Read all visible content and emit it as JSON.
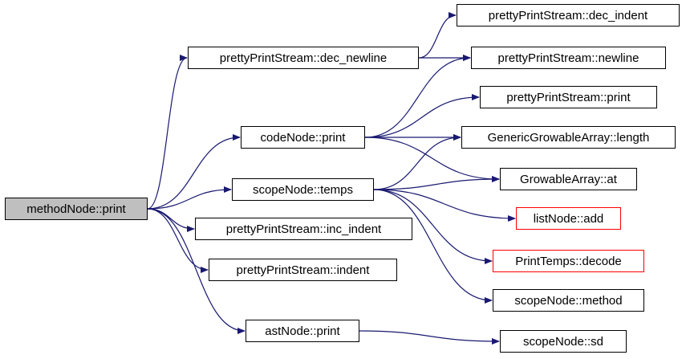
{
  "graph": {
    "edge_color": "#191970",
    "root_fill": "#bfbfbf",
    "nodes": [
      {
        "id": "methodNode_print",
        "label": "methodNode::print",
        "style": "root"
      },
      {
        "id": "pps_dec_newline",
        "label": "prettyPrintStream::dec_newline",
        "style": "normal"
      },
      {
        "id": "codeNode_print",
        "label": "codeNode::print",
        "style": "normal"
      },
      {
        "id": "scopeNode_temps",
        "label": "scopeNode::temps",
        "style": "normal"
      },
      {
        "id": "pps_inc_indent",
        "label": "prettyPrintStream::inc_indent",
        "style": "normal"
      },
      {
        "id": "pps_indent",
        "label": "prettyPrintStream::indent",
        "style": "normal"
      },
      {
        "id": "astNode_print",
        "label": "astNode::print",
        "style": "normal"
      },
      {
        "id": "pps_dec_indent",
        "label": "prettyPrintStream::dec_indent",
        "style": "normal"
      },
      {
        "id": "pps_newline",
        "label": "prettyPrintStream::newline",
        "style": "normal"
      },
      {
        "id": "pps_print",
        "label": "prettyPrintStream::print",
        "style": "normal"
      },
      {
        "id": "gga_length",
        "label": "GenericGrowableArray::length",
        "style": "normal"
      },
      {
        "id": "ga_at",
        "label": "GrowableArray::at",
        "style": "normal"
      },
      {
        "id": "listNode_add",
        "label": "listNode::add",
        "style": "red"
      },
      {
        "id": "printTemps_decode",
        "label": "PrintTemps::decode",
        "style": "red"
      },
      {
        "id": "scopeNode_method",
        "label": "scopeNode::method",
        "style": "normal"
      },
      {
        "id": "scopeNode_sd",
        "label": "scopeNode::sd",
        "style": "normal"
      }
    ],
    "edges": [
      [
        "methodNode_print",
        "pps_dec_newline"
      ],
      [
        "methodNode_print",
        "codeNode_print"
      ],
      [
        "methodNode_print",
        "scopeNode_temps"
      ],
      [
        "methodNode_print",
        "pps_inc_indent"
      ],
      [
        "methodNode_print",
        "pps_indent"
      ],
      [
        "methodNode_print",
        "astNode_print"
      ],
      [
        "pps_dec_newline",
        "pps_dec_indent"
      ],
      [
        "pps_dec_newline",
        "pps_newline"
      ],
      [
        "codeNode_print",
        "pps_newline"
      ],
      [
        "codeNode_print",
        "pps_print"
      ],
      [
        "codeNode_print",
        "gga_length"
      ],
      [
        "codeNode_print",
        "ga_at"
      ],
      [
        "scopeNode_temps",
        "gga_length"
      ],
      [
        "scopeNode_temps",
        "ga_at"
      ],
      [
        "scopeNode_temps",
        "listNode_add"
      ],
      [
        "scopeNode_temps",
        "printTemps_decode"
      ],
      [
        "scopeNode_temps",
        "scopeNode_method"
      ],
      [
        "astNode_print",
        "scopeNode_sd"
      ]
    ]
  }
}
